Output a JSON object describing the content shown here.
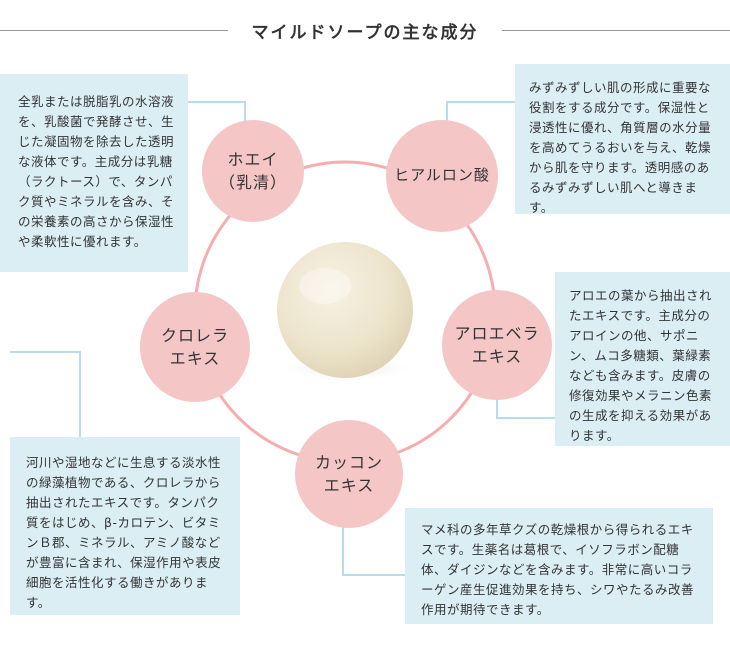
{
  "title": "マイルドソープの主な成分",
  "colors": {
    "ring": "#f4aeb0",
    "node": "#f5c6c6",
    "box": "#dbeef4",
    "connector": "#b9dde8",
    "rule": "#9a9a9a"
  },
  "ingredients": [
    {
      "name": "ホエイ\n（乳清）",
      "description": "全乳または脱脂乳の水溶液を、乳酸菌で発酵させ、生じた凝固物を除去した透明な液体です。主成分は乳糖（ラクトース）で、タンパク質やミネラルを含み、その栄養素の高さから保湿性や柔軟性に優れます。"
    },
    {
      "name": "ヒアルロン酸",
      "description": "みずみずしい肌の形成に重要な役割をする成分です。保湿性と浸透性に優れ、角質層の水分量を高めてうるおいを与え、乾燥から肌を守ります。透明感のあるみずみずしい肌へと導きます。"
    },
    {
      "name": "アロエベラ\nエキス",
      "description": "アロエの葉から抽出されたエキスです。主成分のアロインの他、サポニン、ムコ多糖類、葉緑素なども含みます。皮膚の修復効果やメラニン色素の生成を抑える効果があります。"
    },
    {
      "name": "カッコン\nエキス",
      "description": "マメ科の多年草クズの乾燥根から得られるエキスです。生薬名は葛根で、イソフラボン配糖体、ダイジンなどを含みます。非常に高いコラーゲン産生促進効果を持ち、シワやたるみ改善作用が期待できます。"
    },
    {
      "name": "クロレラ\nエキス",
      "description": "河川や湿地などに生息する淡水性の緑藻植物である、クロレラから抽出されたエキスです。タンパク質をはじめ、β-カロテン、ビタミンＢ郡、ミネラル、アミノ酸などが豊富に含まれ、保湿作用や表皮細胞を活性化する働きがあります。"
    }
  ]
}
